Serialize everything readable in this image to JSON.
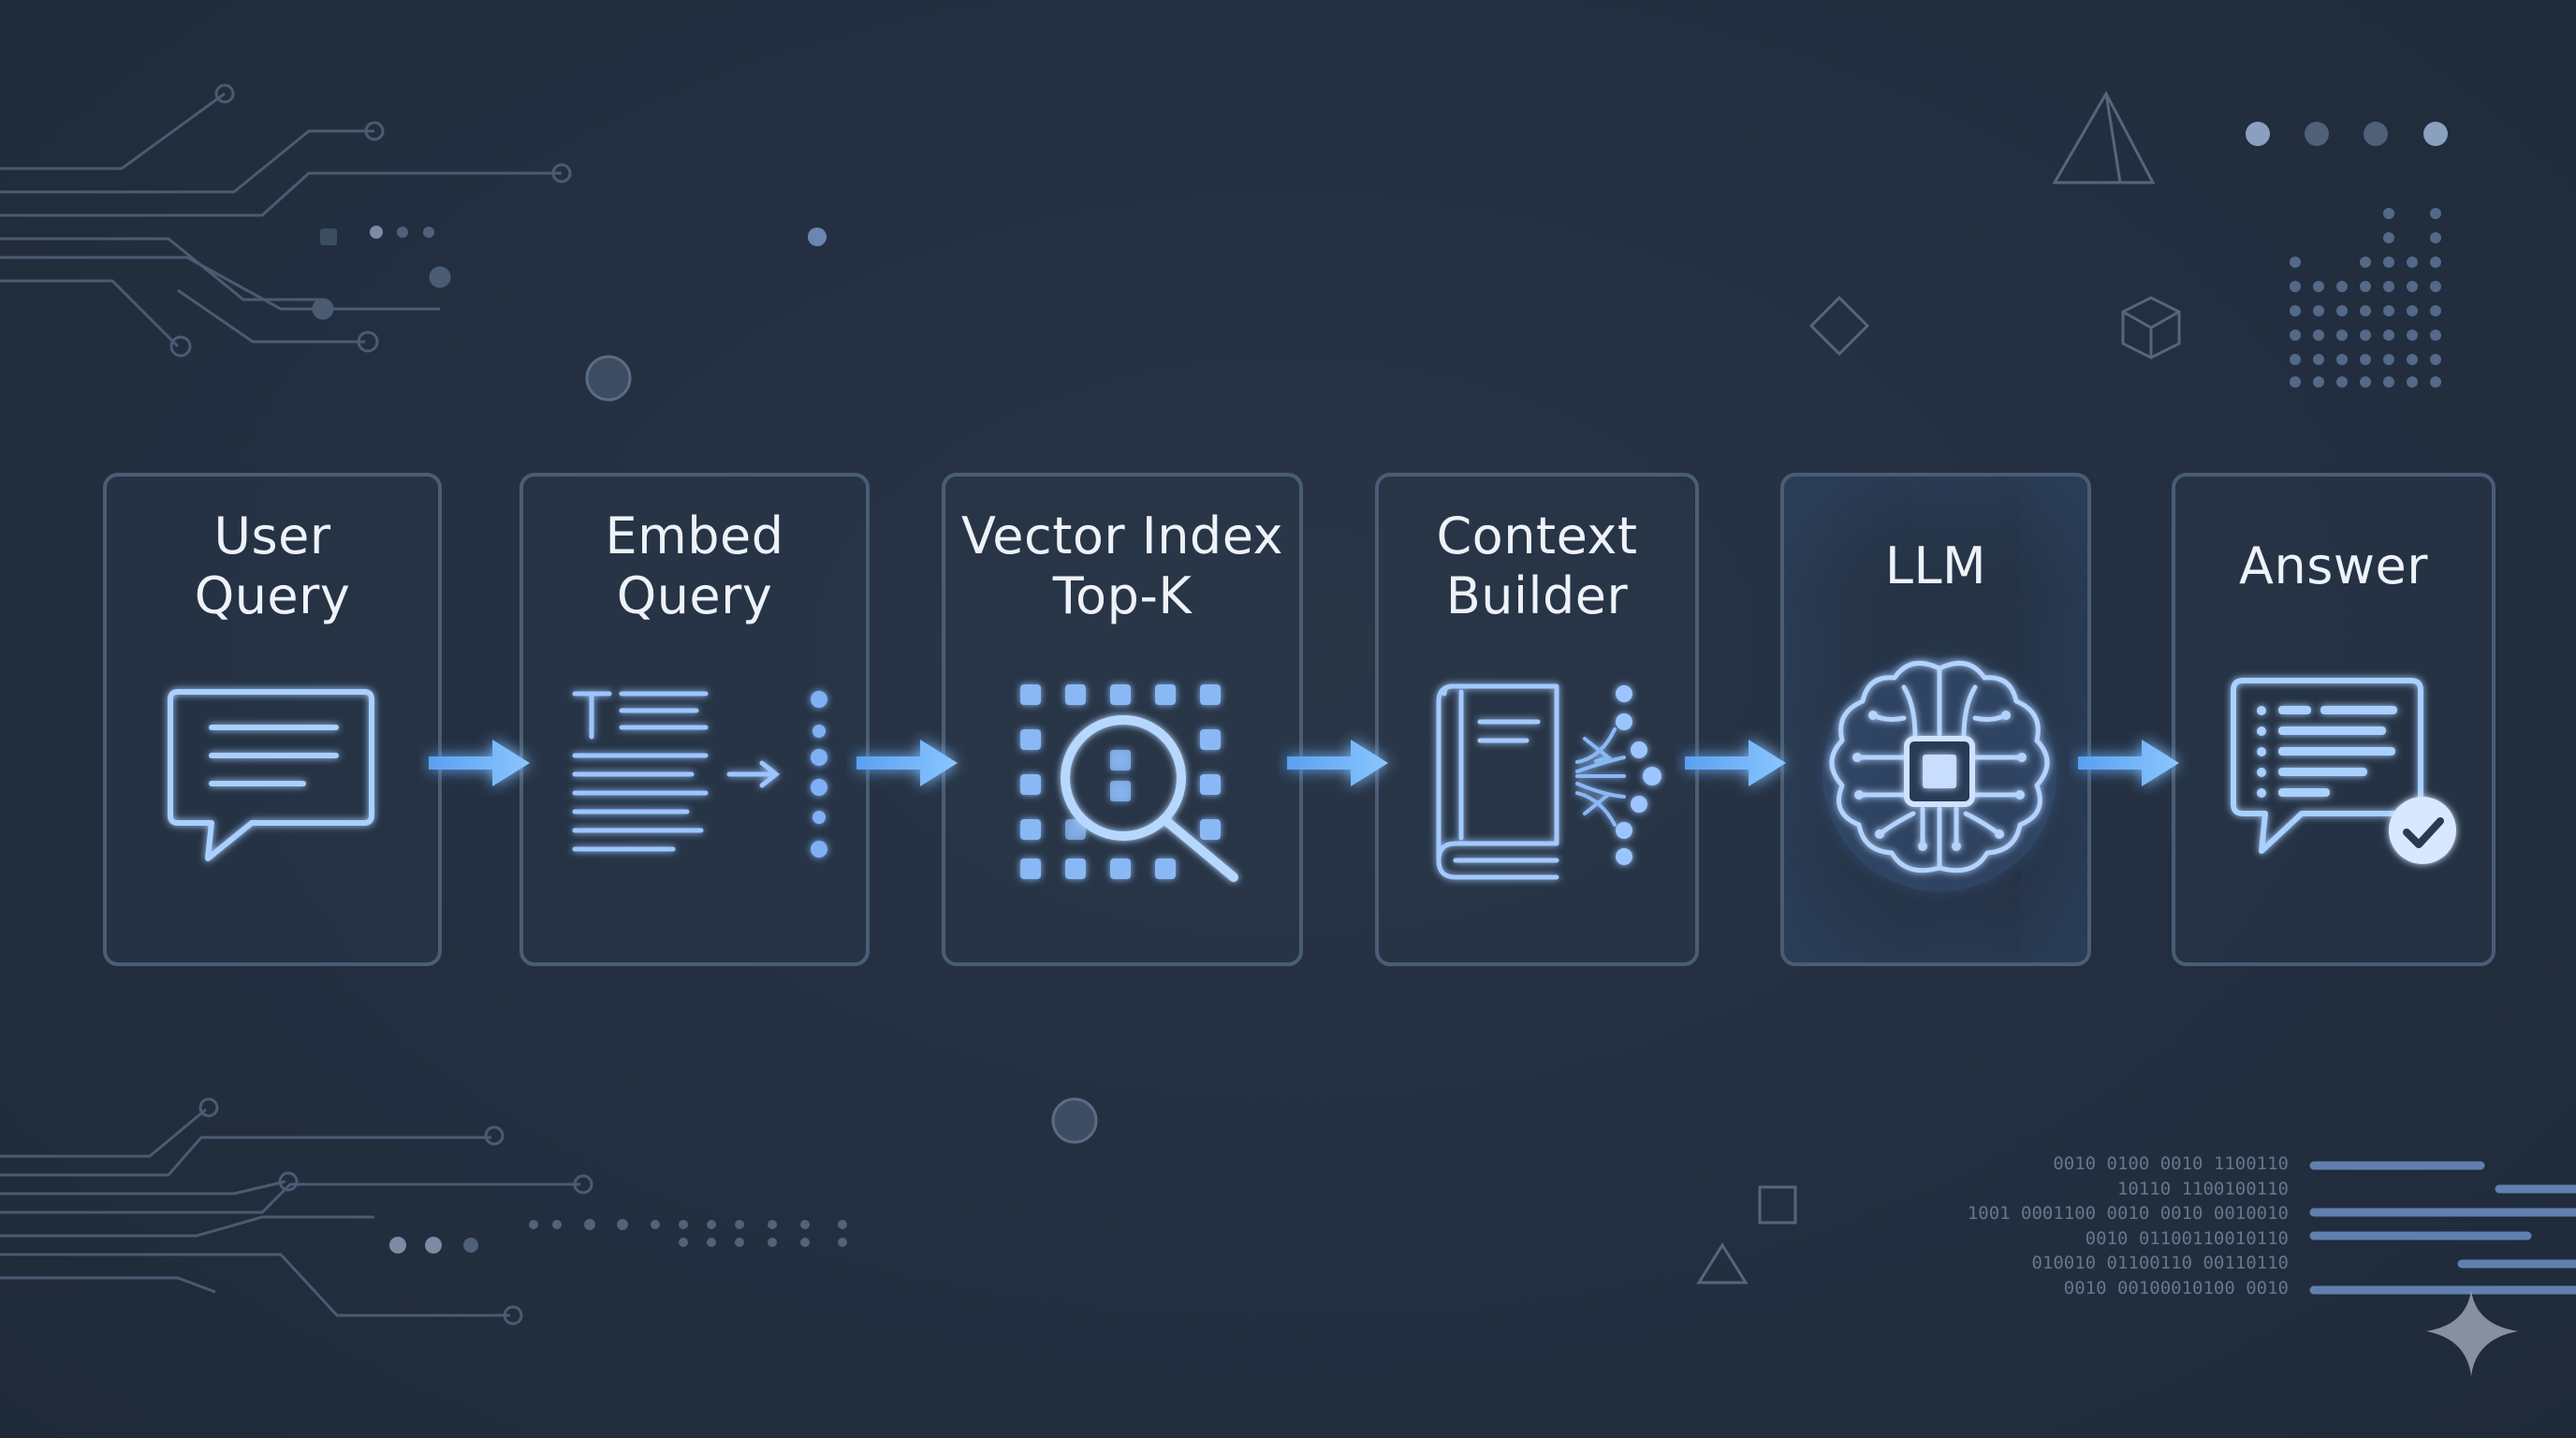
{
  "colors": {
    "background": "#243042",
    "panel_border": "#4a5d75",
    "accent_blue": "#6fb4ff",
    "text": "#eef3fa"
  },
  "pipeline": {
    "stages": [
      {
        "title": "User\nQuery",
        "icon": "chat-bubble-icon"
      },
      {
        "title": "Embed\nQuery",
        "icon": "text-embedding-icon"
      },
      {
        "title": "Vector Index\nTop-K",
        "icon": "vector-grid-search-icon"
      },
      {
        "title": "Context\nBuilder",
        "icon": "book-fanout-icon"
      },
      {
        "title": "LLM",
        "icon": "brain-chip-icon"
      },
      {
        "title": "Answer",
        "icon": "answer-chat-check-icon"
      }
    ],
    "arrows": [
      "flow-arrow",
      "flow-arrow",
      "flow-arrow",
      "flow-arrow",
      "flow-arrow"
    ]
  },
  "decor": {
    "binary_lines": [
      "0010 0100 0010 1100110",
      "10110 1100100110",
      "1001 0001100 0010 0010 0010010",
      "0010 01100110010110",
      "010010 01100110 00110110",
      "0010 00100010100 0010"
    ]
  }
}
